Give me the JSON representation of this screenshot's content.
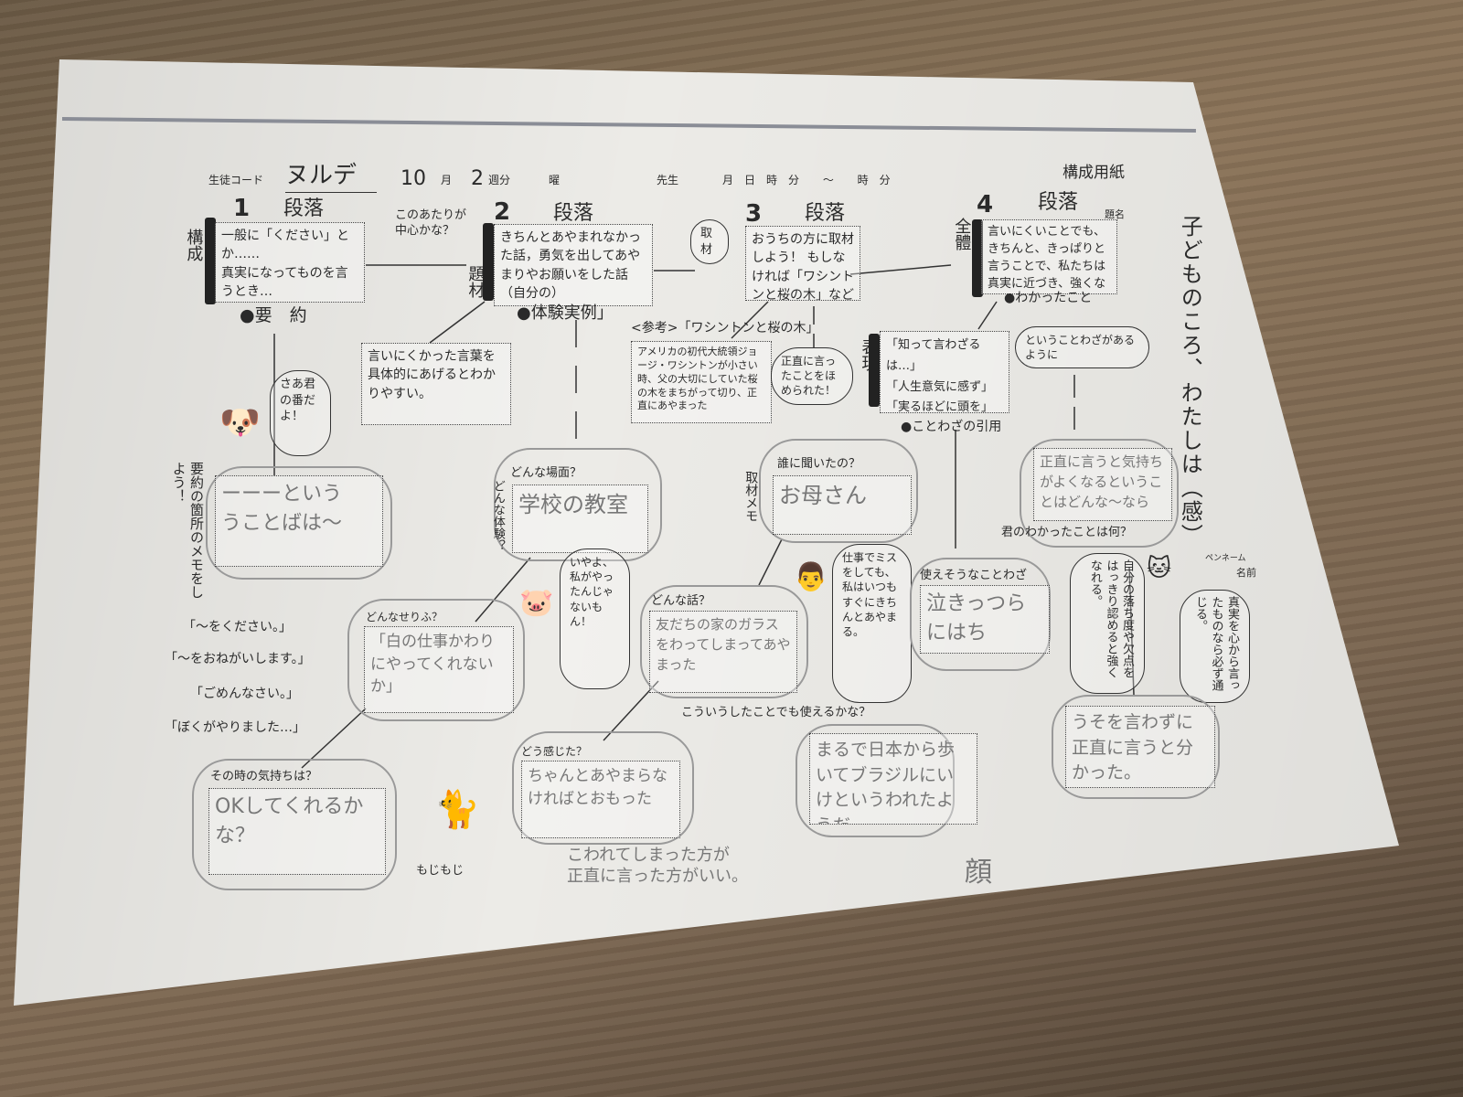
{
  "header": {
    "student_code_label": "生徒コード",
    "student_code": "ヌルデ",
    "month": "10",
    "month_label": "月",
    "week": "2",
    "week_label": "週分",
    "weekday_label": "曜",
    "teacher_label": "先生",
    "date_labels": "月　日　時　分 ～ 時　分",
    "form_title": "構成用紙",
    "title_label": "題名"
  },
  "paragraphs": [
    {
      "number": "1",
      "label": "段落",
      "side": "構成",
      "box": "一般に「ください」とか……\n真実になってものを言うとき…",
      "sub": "●要　約"
    },
    {
      "number": "2",
      "label": "段落",
      "side": "題材",
      "box": "きちんとあやまれなかった話，勇気を出してあやまりやお願いをした話（自分の）",
      "sub": "●体験実例」"
    },
    {
      "number": "3",
      "label": "段落",
      "side": "取材",
      "box": "おうちの方に取材しよう！ もしなければ「ワシントンと桜の木」などを引用",
      "sub": "<参考>「ワシントンと桜の木」"
    },
    {
      "number": "4",
      "label": "段落",
      "side": "全體",
      "box": "言いにくいことでも、きちんと、きっぱりと言うことで、私たちは真実に近づき、強くなれる。",
      "sub": "●わかったこと"
    }
  ],
  "notes": {
    "center_question": "このあたりが中心かな？",
    "interview_tag": "取材",
    "hint_box": "言いにくかった言葉を具体的にあげるとわかりやすい。",
    "reference_box": "アメリカの初代大統領ジョージ・ワシントンが小さい時、父の大切にしていた桜の木をまちがって切り、正直にあやまった",
    "praised": "正直に言ったことをほめられた！",
    "expression_side": "表現",
    "proverbs_box": "「知って言わざるは…」\n「人生意気に感ず」\n「実るほどに頭を」",
    "proverb_cite": "●ことわざの引用",
    "proverb_bubble": "ということわざがあるように",
    "your_turn": "さあ君の番だよ！",
    "summary_memo": "要約の箇所のメモをしよう！",
    "summary_answer": "ーーーという\nうことばは～",
    "phrases": [
      "「～をください。」",
      "「～をおねがいします。」",
      "「ごめんなさい。」",
      "「ぼくがやりました…」"
    ],
    "which_scene_q": "どんな場面？",
    "which_experience": "どんな体験？",
    "scene_answer": "学校の教室",
    "who_asked_q": "誰に聞いたの？",
    "who_answer": "お母さん",
    "interview_side": "取材メモ",
    "what_line_q": "どんなせりふ？",
    "line_answer": "「白の仕事かわりにやってくれないか」",
    "not_me": "いやよ、私がやったんじゃないもん！",
    "what_talk_q": "どんな話？",
    "talk_answer": "友だちの家のガラスをわってしまってあやまった",
    "father_note": "仕事でミスをしても、私はいつもすぐにきちんとあやまる。",
    "proverb_usable_q": "使えそうなことわざ",
    "proverb_answer": "泣きっつらにはち",
    "what_learned_q": "君のわかったことは何？",
    "learned_answer": "正直に言うと気持ちがよくなるということはどんな～なら",
    "weakness_note": "自分の落ち度や欠点をはっきり認めると強くなれる。",
    "truth_note": "真実を心から言ったものなら必ず通じる。",
    "lie_answer": "うそを言わずに正直に言うと分かった。",
    "feeling_q": "その時の気持ちは？",
    "feeling_answer": "OKしてくれるかな？",
    "fidget": "もじもじ",
    "how_felt_q": "どう感じた？",
    "how_felt_answer": "ちゃんとあやまらなければとおもった",
    "extra_pencil": "こわれてしまった方が\n正直に言った方がいい。",
    "other_use_q": "こういうしたことでも使えるかな？",
    "other_use_answer": "まるで日本から歩いてブラジルにいけというわれたようだ",
    "face": "顔",
    "title_vertical": "子どものころ、わたしは（感）",
    "pen_name_label": "ペンネーム",
    "name_label": "名前"
  }
}
